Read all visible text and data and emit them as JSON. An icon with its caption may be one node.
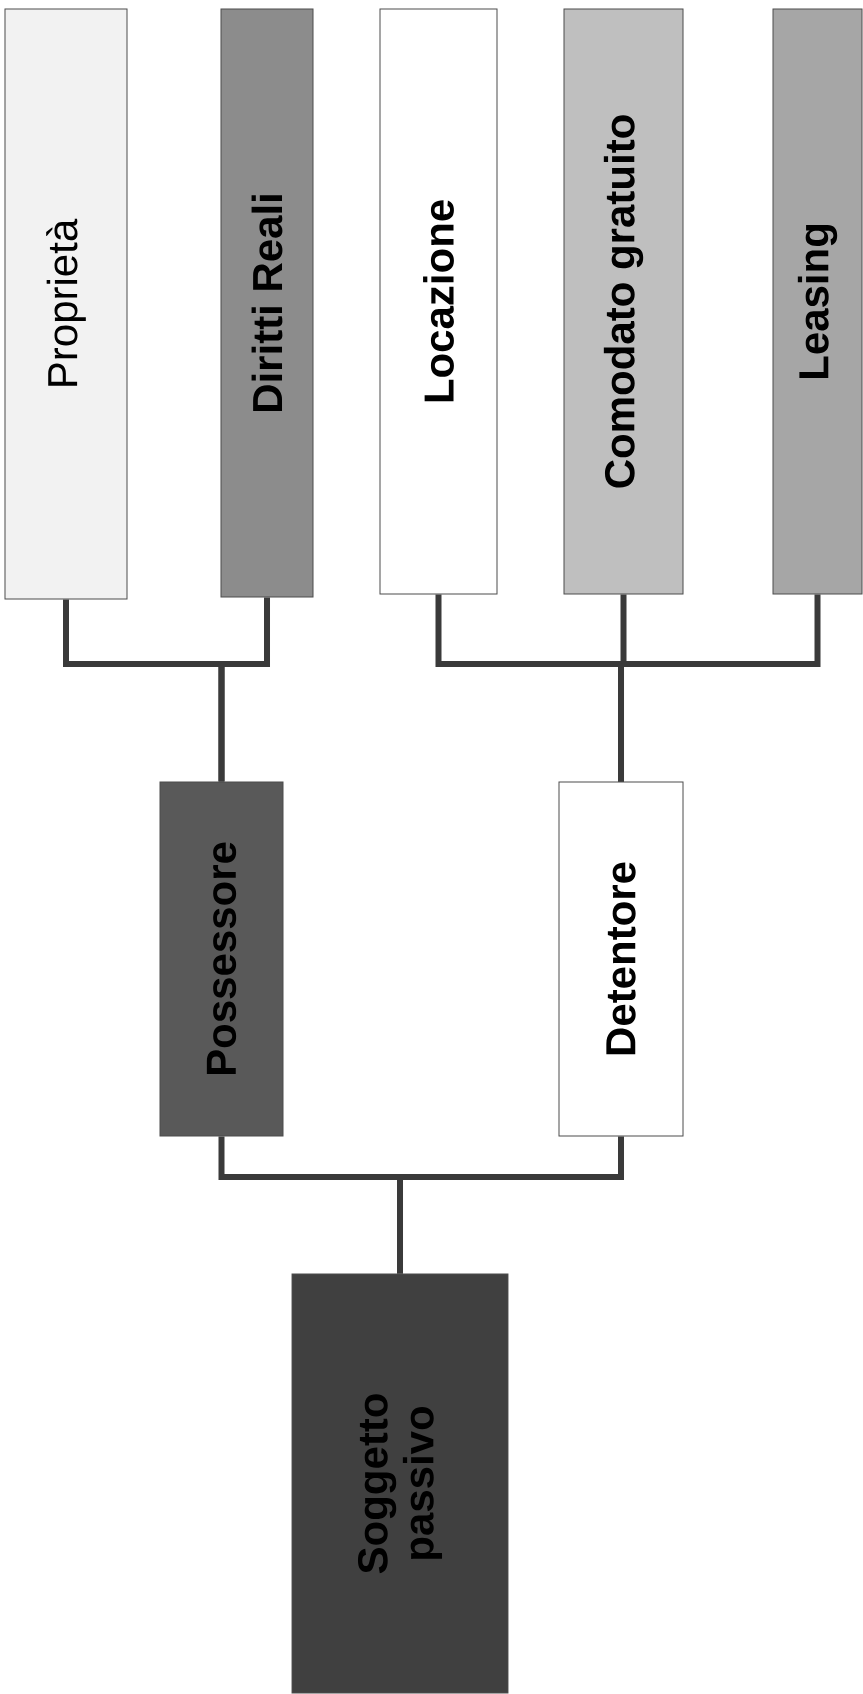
{
  "diagram": {
    "nodes": [
      {
        "text": [
          "Proprietà"
        ]
      },
      {
        "text": [
          "Diritti Reali"
        ]
      },
      {
        "text": [
          "Locazione"
        ]
      },
      {
        "text": [
          "Comodato gratuito"
        ]
      },
      {
        "text": [
          "Leasing"
        ]
      },
      {
        "text": [
          "Possessore"
        ]
      },
      {
        "text": [
          "Detentore"
        ]
      },
      {
        "text": [
          "Soggetto passivo"
        ]
      }
    ],
    "edges": [
      {
        "from": 5,
        "to": 0,
        "arrow": "none"
      },
      {
        "from": 5,
        "to": 1,
        "arrow": "none"
      },
      {
        "from": 6,
        "to": 2,
        "arrow": "none"
      },
      {
        "from": 6,
        "to": 3,
        "arrow": "none"
      },
      {
        "from": 6,
        "to": 4,
        "arrow": "none"
      },
      {
        "from": 7,
        "to": 5,
        "arrow": "none"
      },
      {
        "from": 7,
        "to": 6,
        "arrow": "none"
      }
    ]
  }
}
